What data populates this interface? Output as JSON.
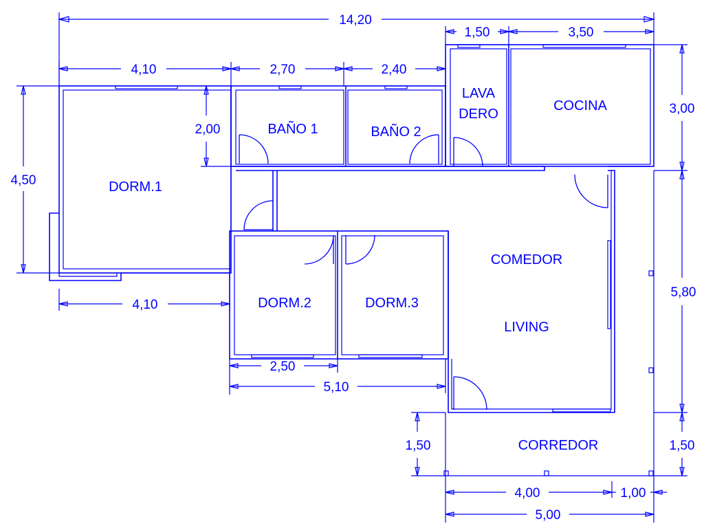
{
  "colors": {
    "line": "#0000ff",
    "background": "#ffffff"
  },
  "rooms": {
    "dorm1": "DORM.1",
    "bano1": "BAÑO 1",
    "bano2": "BAÑO 2",
    "lavadero_line1": "LAVA",
    "lavadero_line2": "DERO",
    "cocina": "COCINA",
    "comedor": "COMEDOR",
    "living": "LIVING",
    "dorm2": "DORM.2",
    "dorm3": "DORM.3",
    "corredor": "CORREDOR"
  },
  "dimensions": {
    "total_width": "14,20",
    "lavadero_width": "1,50",
    "cocina_width": "3,50",
    "dorm1_width_top": "4,10",
    "bano1_width": "2,70",
    "bano2_width": "2,40",
    "bano_height": "2,00",
    "dorm1_height": "4,50",
    "cocina_height": "3,00",
    "living_height": "5,80",
    "corredor_height_right": "1,50",
    "corredor_height_left": "1,50",
    "dorm1_width_bottom": "4,10",
    "dorm2_width": "2,50",
    "dorms_total_width": "5,10",
    "corredor_width": "4,00",
    "corredor_extra": "1,00",
    "corredor_total": "5,00"
  }
}
